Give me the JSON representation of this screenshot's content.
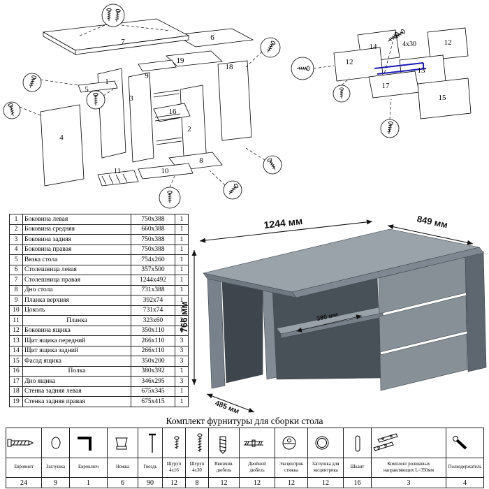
{
  "title": "Комплект фурнитуры для сборки стола",
  "desk": {
    "dim_width": "1244 мм",
    "dim_depth": "849 мм",
    "dim_height": "766 мм",
    "dim_shelf": "380 мм",
    "dim_bottom": "485 мм"
  },
  "diagrams": {
    "left": {
      "n1": "1",
      "n2": "2",
      "n3": "3",
      "n4": "4",
      "n5": "5",
      "n6": "6",
      "n7": "7",
      "n8": "8",
      "n9": "9",
      "n10": "10",
      "n11": "11",
      "n16": "16",
      "n18": "18",
      "n19": "19"
    },
    "right": {
      "n12a": "12",
      "n12b": "12",
      "n13": "13",
      "n14": "14",
      "n15": "15",
      "n17": "17",
      "screw_label": "4x30"
    }
  },
  "parts": {
    "rows": [
      {
        "n": "1",
        "name": "Боковина левая",
        "size": "750x388",
        "q": "1"
      },
      {
        "n": "2",
        "name": "Боковина средняя",
        "size": "660x388",
        "q": "1"
      },
      {
        "n": "3",
        "name": "Боковина задняя",
        "size": "750x388",
        "q": "1"
      },
      {
        "n": "4",
        "name": "Боковина правая",
        "size": "750x388",
        "q": "1"
      },
      {
        "n": "5",
        "name": "Вязка стола",
        "size": "754x260",
        "q": "1"
      },
      {
        "n": "6",
        "name": "Столешница левая",
        "size": "357x500",
        "q": "1"
      },
      {
        "n": "7",
        "name": "Столешница правая",
        "size": "1244x492",
        "q": "1"
      },
      {
        "n": "8",
        "name": "Дно стола",
        "size": "731x388",
        "q": "1"
      },
      {
        "n": "9",
        "name": "Планка верхняя",
        "size": "392x74",
        "q": "1"
      },
      {
        "n": "10",
        "name": "Цоколь",
        "size": "731x74",
        "q": "1"
      },
      {
        "n": "11",
        "name": "Планка",
        "size": "323x60",
        "q": "2"
      },
      {
        "n": "12",
        "name": "Боковина ящика",
        "size": "350x110",
        "q": "6"
      },
      {
        "n": "13",
        "name": "Щит ящика передний",
        "size": "266x110",
        "q": "3"
      },
      {
        "n": "14",
        "name": "Щит ящика задний",
        "size": "266x110",
        "q": "3"
      },
      {
        "n": "15",
        "name": "Фасад ящика",
        "size": "350x200",
        "q": "3"
      },
      {
        "n": "16",
        "name": "Полка",
        "size": "380x392",
        "q": "1"
      },
      {
        "n": "17",
        "name": "Дно ящика",
        "size": "346x295",
        "q": "3"
      },
      {
        "n": "18",
        "name": "Стенка задняя левая",
        "size": "675x345",
        "q": "1"
      },
      {
        "n": "19",
        "name": "Стенка задняя правая",
        "size": "675x415",
        "q": "1"
      }
    ]
  },
  "hardware": {
    "items": [
      {
        "name": "Евровинт",
        "qty": "24"
      },
      {
        "name": "Заглушка",
        "qty": "9"
      },
      {
        "name": "Евроключ",
        "qty": "1"
      },
      {
        "name": "Ножка",
        "qty": "6"
      },
      {
        "name": "Гвоздь",
        "qty": "90"
      },
      {
        "name": "Шуруп 4x16",
        "qty": "12"
      },
      {
        "name": "Шуруп 4x30",
        "qty": "8"
      },
      {
        "name": "Ввинчив. дюбель",
        "qty": "12"
      },
      {
        "name": "Двойной дюбель",
        "qty": "12"
      },
      {
        "name": "Эксцентрик стяжка",
        "qty": "12"
      },
      {
        "name": "Заглушка для эксцентрика",
        "qty": "12"
      },
      {
        "name": "Шкант",
        "qty": "16"
      },
      {
        "name": "Комплект роликовых направляющих L=350мм",
        "qty": "3"
      },
      {
        "name": "Полкодержатель",
        "qty": "4"
      }
    ]
  }
}
